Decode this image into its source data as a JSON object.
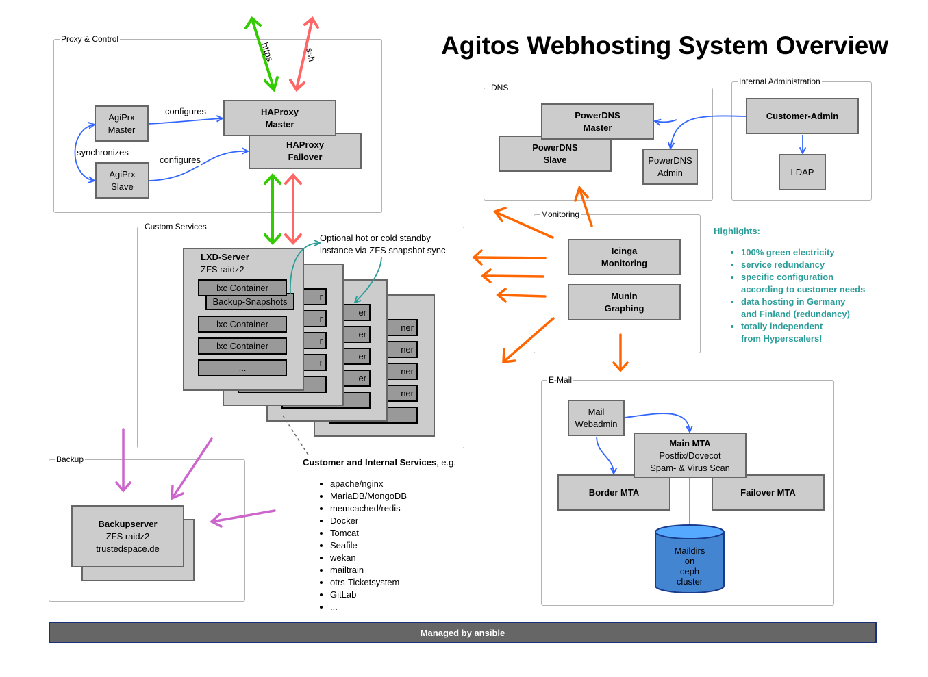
{
  "title": "Agitos Webhosting System Overview",
  "groups": {
    "proxy": "Proxy & Control",
    "dns": "DNS",
    "internal_admin": "Internal Administration",
    "custom_services": "Custom Services",
    "monitoring": "Monitoring",
    "backup": "Backup",
    "email": "E-Mail"
  },
  "nodes": {
    "agiprx_master": [
      "AgiPrx",
      "Master"
    ],
    "agiprx_slave": [
      "AgiPrx",
      "Slave"
    ],
    "haproxy_master": [
      "HAProxy",
      "Master"
    ],
    "haproxy_failover": [
      "HAProxy",
      "Failover"
    ],
    "powerdns_master": [
      "PowerDNS",
      "Master"
    ],
    "powerdns_slave": [
      "PowerDNS",
      "Slave"
    ],
    "powerdns_admin": [
      "PowerDNS",
      "Admin"
    ],
    "customer_admin": "Customer-Admin",
    "ldap": "LDAP",
    "icinga": [
      "Icinga",
      "Monitoring"
    ],
    "munin": [
      "Munin",
      "Graphing"
    ],
    "lxd_server": "LXD-Server",
    "lxd_fs": "ZFS raidz2",
    "backupserver": [
      "Backupserver",
      "ZFS raidz2",
      "trustedspace.de"
    ],
    "mail_webadmin": [
      "Mail",
      "Webadmin"
    ],
    "main_mta": [
      "Main MTA",
      "Postfix/Dovecot",
      "Spam- & Virus Scan"
    ],
    "border_mta": "Border MTA",
    "failover_mta": "Failover MTA",
    "maildirs": [
      "Maildirs",
      "on",
      "ceph",
      "cluster"
    ]
  },
  "containers": {
    "lxc": "lxc Container",
    "snapshots": "Backup-Snapshots",
    "more": "...",
    "partial_r": "r",
    "partial_er": "er",
    "partial_ner": "ner"
  },
  "edge_labels": {
    "https": "https",
    "ssh": "ssh",
    "configures_1": "configures",
    "configures_2": "configures",
    "synchronizes": "synchronizes"
  },
  "standby_note": [
    "Optional hot or cold standby",
    "instance via ZFS snapshot sync"
  ],
  "services": {
    "heading_bold": "Customer and Internal Services",
    "heading_rest": ", e.g.",
    "items": [
      "apache/nginx",
      "MariaDB/MongoDB",
      "memcached/redis",
      "Docker",
      "Tomcat",
      "Seafile",
      "wekan",
      "mailtrain",
      "otrs-Ticketsystem",
      "GitLab",
      "..."
    ]
  },
  "highlights": {
    "heading": "Highlights:",
    "items": [
      [
        "100% green electricity"
      ],
      [
        "service redundancy"
      ],
      [
        "specific configuration",
        "according to customer needs"
      ],
      [
        "data hosting in Germany",
        "and Finland (redundancy)"
      ],
      [
        "totally independent",
        "from Hyperscalers!"
      ]
    ]
  },
  "footer": "Managed by ansible",
  "colors": {
    "green": "#33cc00",
    "red": "#ff6666",
    "orange": "#ff6600",
    "blue": "#3366ff",
    "teal": "#2c9e9a",
    "purple": "#cc66cc",
    "footer_bg": "#666666",
    "cylinder": "#4485d1"
  }
}
